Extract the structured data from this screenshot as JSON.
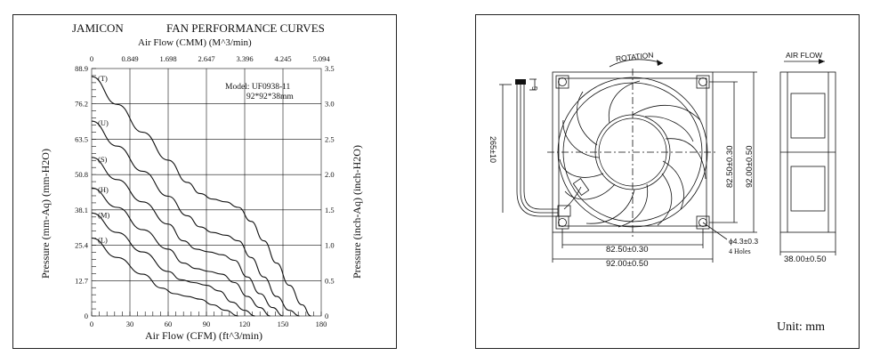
{
  "chart_panel": {
    "brand": "JAMICON",
    "title": "FAN PERFORMANCE CURVES",
    "top_axis_label": "Air Flow (CMM) (M^3/min)",
    "bottom_axis_label": "Air Flow (CFM) (ft^3/min)",
    "left_axis_label": "Pressure (mm-Aq) (mm-H2O)",
    "right_axis_label": "Pressure (inch-Aq) (inch-H2O)",
    "model_label": "Model: UF0938-11",
    "size_label": "92*92*38mm"
  },
  "chart_data": {
    "type": "line",
    "x_ticks_cfm": [
      "0",
      "30",
      "60",
      "90",
      "120",
      "150",
      "180"
    ],
    "x_ticks_cmm": [
      "0",
      "0.849",
      "1.698",
      "2.647",
      "3.396",
      "4.245",
      "5.094"
    ],
    "y_ticks_mm": [
      "0",
      "12.7",
      "25.4",
      "38.1",
      "50.8",
      "63.5",
      "76.2",
      "88.9"
    ],
    "y_ticks_inch": [
      "0",
      "0.5",
      "1.0",
      "1.5",
      "2.0",
      "2.5",
      "3.0",
      "3.5"
    ],
    "xlim": [
      0,
      180
    ],
    "ylim": [
      0,
      88.9
    ],
    "grid": true,
    "series": [
      {
        "name": "(T)",
        "x": [
          0,
          20,
          40,
          60,
          75,
          85,
          95,
          105,
          115,
          125,
          135,
          145,
          155,
          165,
          172
        ],
        "y": [
          86,
          76,
          66,
          56,
          48,
          44,
          42,
          41,
          39,
          34,
          27,
          19,
          11,
          4,
          0
        ]
      },
      {
        "name": "(U)",
        "x": [
          0,
          20,
          40,
          60,
          75,
          85,
          95,
          105,
          115,
          125,
          135,
          145,
          155,
          163
        ],
        "y": [
          70,
          61,
          52,
          43,
          36,
          32,
          30,
          29,
          27,
          21,
          14,
          7,
          2,
          0
        ]
      },
      {
        "name": "(S)",
        "x": [
          0,
          20,
          40,
          60,
          72,
          82,
          92,
          102,
          112,
          122,
          132,
          142,
          150
        ],
        "y": [
          57,
          49,
          41,
          33,
          27,
          24,
          23,
          22,
          20,
          14,
          8,
          3,
          0
        ]
      },
      {
        "name": "(H)",
        "x": [
          0,
          20,
          40,
          60,
          72,
          82,
          92,
          102,
          112,
          122,
          132,
          140
        ],
        "y": [
          46,
          39,
          31,
          24,
          19,
          17,
          16,
          15,
          12,
          7,
          3,
          0
        ]
      },
      {
        "name": "(M)",
        "x": [
          0,
          20,
          40,
          60,
          70,
          80,
          90,
          100,
          110,
          120,
          128
        ],
        "y": [
          37,
          30,
          23,
          16,
          13,
          12,
          11,
          9,
          5,
          2,
          0
        ]
      },
      {
        "name": "(L)",
        "x": [
          0,
          20,
          40,
          55,
          65,
          75,
          85,
          95,
          105,
          115
        ],
        "y": [
          28,
          21,
          15,
          10,
          8,
          7,
          6,
          4,
          2,
          0
        ]
      }
    ]
  },
  "drawing_panel": {
    "rotation_label": "ROTATION",
    "air_flow_label": "AIR FLOW",
    "dim_outer_width": "92.00±0.50",
    "dim_hole_width": "82.50±0.30",
    "dim_outer_height": "92.00±0.50",
    "dim_hole_height": "82.50±0.30",
    "dim_depth": "38.00±0.50",
    "dim_lead_length": "265±10",
    "dim_strip": "5",
    "hole_note": "ϕ4.3±0.3",
    "hole_count": "4 Holes",
    "unit_label": "Unit: mm"
  }
}
